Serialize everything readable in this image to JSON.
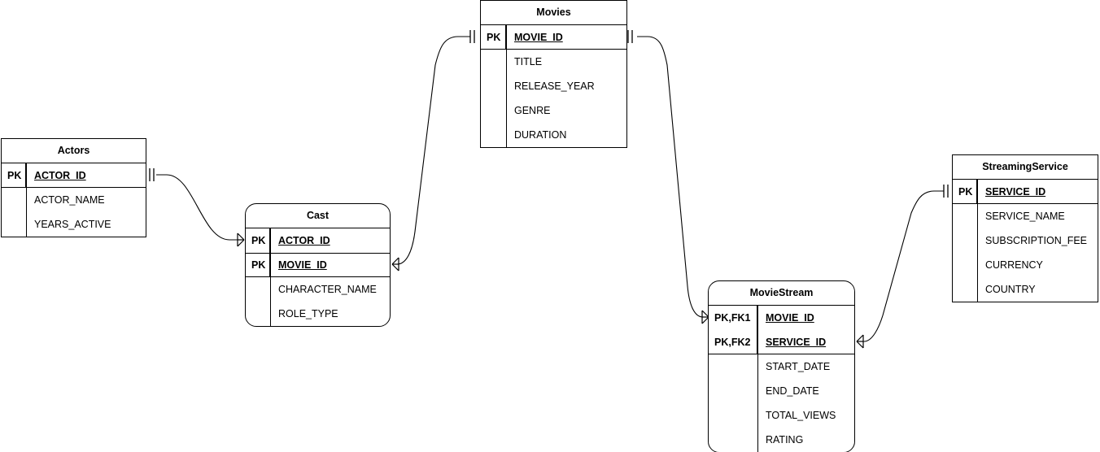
{
  "diagram": {
    "type": "entity-relationship-diagram",
    "notation": "crows-foot",
    "background": "#ffffff",
    "line_color": "#000000"
  },
  "entities": {
    "actors": {
      "title": "Actors",
      "keys": [
        {
          "key": "PK",
          "name": "ACTOR_ID"
        }
      ],
      "attributes": [
        "ACTOR_NAME",
        "YEARS_ACTIVE"
      ]
    },
    "cast": {
      "title": "Cast",
      "keys": [
        {
          "key": "PK",
          "name": "ACTOR_ID"
        },
        {
          "key": "PK",
          "name": "MOVIE_ID"
        }
      ],
      "attributes": [
        "CHARACTER_NAME",
        "ROLE_TYPE"
      ]
    },
    "movies": {
      "title": "Movies",
      "keys": [
        {
          "key": "PK",
          "name": "MOVIE_ID"
        }
      ],
      "attributes": [
        "TITLE",
        "RELEASE_YEAR",
        "GENRE",
        "DURATION"
      ]
    },
    "moviestream": {
      "title": "MovieStream",
      "keys": [
        {
          "key": "PK,FK1",
          "name": "MOVIE_ID"
        },
        {
          "key": "PK,FK2",
          "name": "SERVICE_ID"
        }
      ],
      "attributes": [
        "START_DATE",
        "END_DATE",
        "TOTAL_VIEWS",
        "RATING"
      ]
    },
    "streamingservice": {
      "title": "StreamingService",
      "keys": [
        {
          "key": "PK",
          "name": "SERVICE_ID"
        }
      ],
      "attributes": [
        "SERVICE_NAME",
        "SUBSCRIPTION_FEE",
        "CURRENCY",
        "COUNTRY"
      ]
    }
  },
  "relationships": [
    {
      "name": "actors-to-cast",
      "from": "Actors.ACTOR_ID",
      "to": "Cast.ACTOR_ID",
      "from_cardinality": "one",
      "to_cardinality": "many"
    },
    {
      "name": "movies-to-cast",
      "from": "Movies.MOVIE_ID",
      "to": "Cast.MOVIE_ID",
      "from_cardinality": "one",
      "to_cardinality": "many"
    },
    {
      "name": "movies-to-moviestream",
      "from": "Movies.MOVIE_ID",
      "to": "MovieStream.MOVIE_ID",
      "from_cardinality": "one",
      "to_cardinality": "many"
    },
    {
      "name": "streamingservice-to-moviestream",
      "from": "StreamingService.SERVICE_ID",
      "to": "MovieStream.SERVICE_ID",
      "from_cardinality": "one",
      "to_cardinality": "many"
    }
  ]
}
